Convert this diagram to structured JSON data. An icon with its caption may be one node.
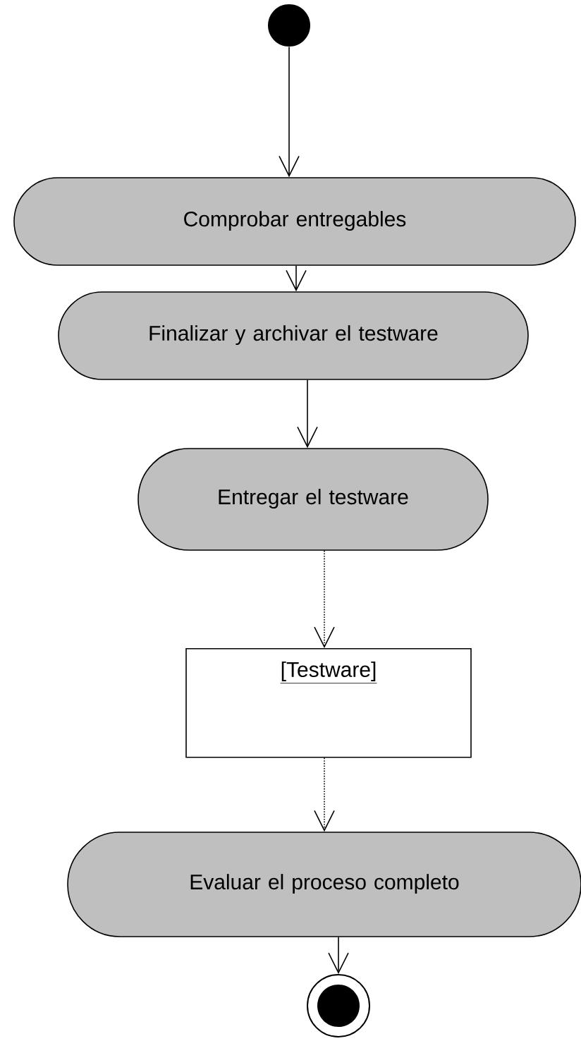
{
  "diagram": {
    "nodes": [
      {
        "text": [],
        "shape": "circle"
      },
      {
        "text": [
          "Comprobar entregables"
        ]
      },
      {
        "text": [
          "Finalizar y archivar el testware"
        ]
      },
      {
        "text": [
          "Entregar el testware"
        ]
      },
      {
        "text": [
          "[Testware]"
        ]
      },
      {
        "text": [
          "Evaluar el proceso completo"
        ]
      },
      {
        "text": [],
        "shape": "circle"
      }
    ],
    "edges": [
      {
        "from": 0,
        "to": 1,
        "arrow": "to"
      },
      {
        "from": 1,
        "to": 2,
        "arrow": "to"
      },
      {
        "from": 2,
        "to": 3,
        "arrow": "to"
      },
      {
        "from": 3,
        "to": 4,
        "arrow": "to",
        "style": "dashed"
      },
      {
        "from": 4,
        "to": 5,
        "arrow": "to",
        "style": "dashed"
      },
      {
        "from": 5,
        "to": 6,
        "arrow": "to"
      }
    ]
  }
}
